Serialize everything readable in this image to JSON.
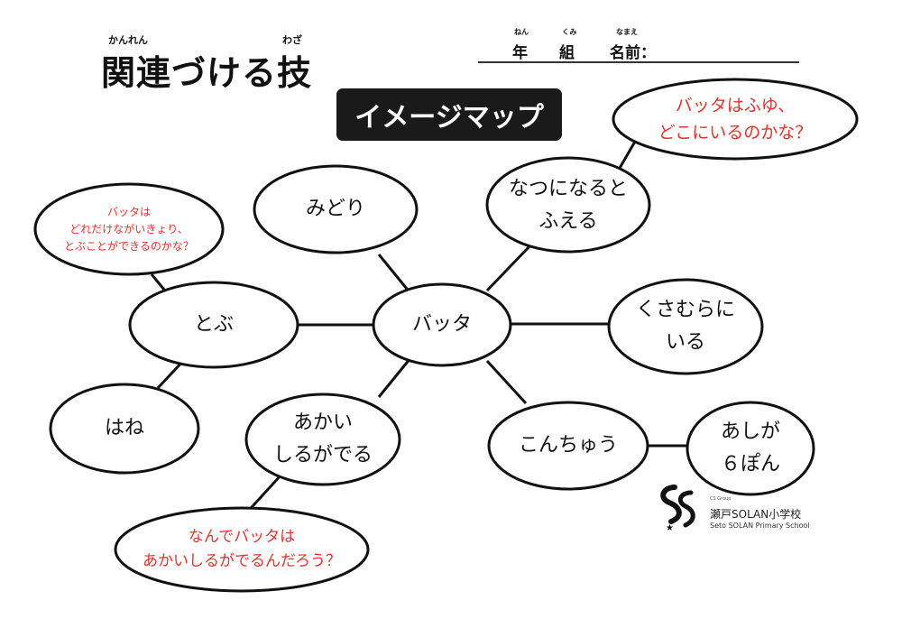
{
  "header": {
    "title": "関連づける技",
    "ruby_kanren": "かんれん",
    "ruby_waza": "わざ",
    "nen": "年",
    "kumi": "組",
    "namae": "名前：",
    "ruby_nen": "ねん",
    "ruby_kumi": "くみ",
    "ruby_namae": "なまえ"
  },
  "banner": "イメージマップ",
  "nodes": {
    "center": "バッタ",
    "midori": "みどり",
    "natsu": [
      "なつになると",
      "ふえる"
    ],
    "kusamura": [
      "くさむらに",
      "いる"
    ],
    "tobu": "とぶ",
    "hane": "はね",
    "akai": [
      "あかい",
      "しるがでる"
    ],
    "konchu": "こんちゅう",
    "ashi": [
      "あしが",
      "６ぽん"
    ]
  },
  "questions": {
    "fuyu": [
      "バッタはふゆ、",
      "どこにいるのかな？"
    ],
    "kyori": [
      "バッタは",
      "どれだけながいきょり、",
      "とぶことができるのかな？"
    ],
    "shiru": [
      "なんでバッタは",
      "あかいしるがでるんだろう？"
    ]
  },
  "logo": {
    "tiny": "CS Group",
    "name": "瀬戸SOLAN小学校",
    "sub": "Seto SOLAN Primary School"
  },
  "colors": {
    "question_text": "#e5322d",
    "banner_bg": "#1a1a1a",
    "stroke": "#111111"
  }
}
